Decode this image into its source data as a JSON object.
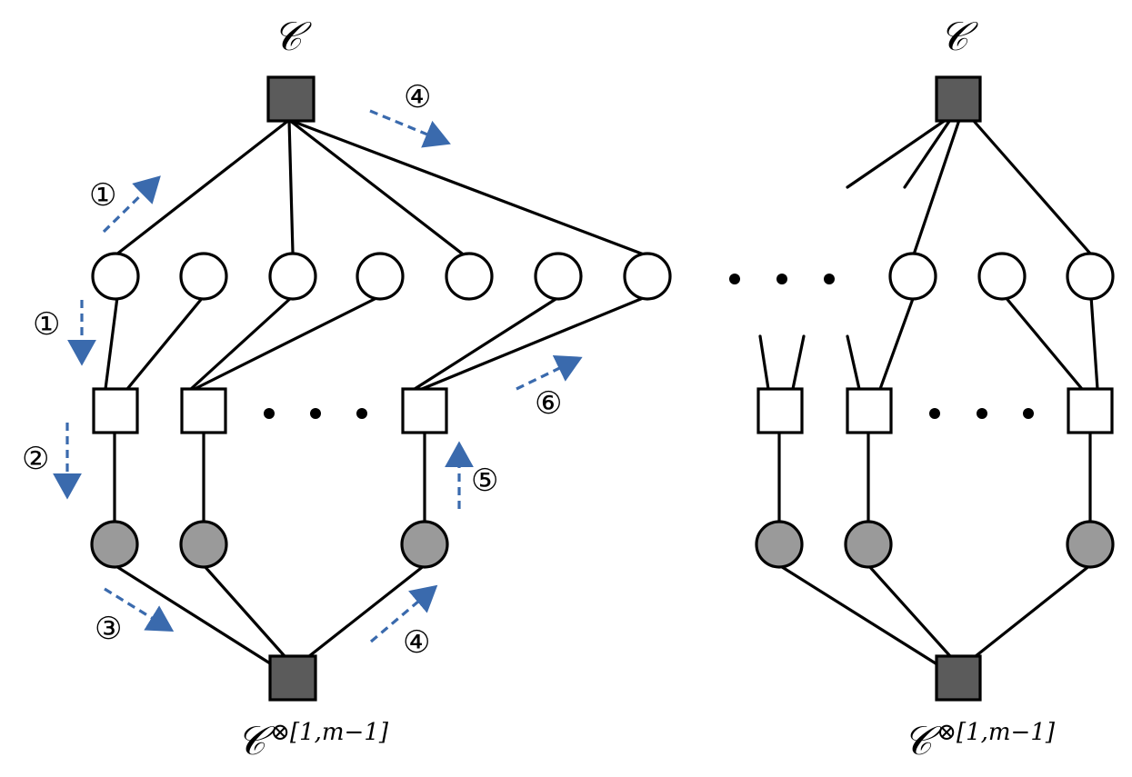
{
  "colors": {
    "arrow": "#3a6aad",
    "dark_node": "#5b5b5b",
    "gray_node": "#9a9a9a"
  },
  "labels": {
    "top_left": "𝒞",
    "top_right": "𝒞",
    "bottom_left_base": "𝒞",
    "bottom_left_sup": "⊗[1,m−1]",
    "bottom_right_base": "𝒞",
    "bottom_right_sup": "⊗[1,m−1]",
    "ellipsis": "• • •"
  },
  "steps": {
    "s1_upper": "①",
    "s1_lower": "①",
    "s2": "②",
    "s3": "③",
    "s4_top": "④",
    "s4_bottom": "④",
    "s5": "⑤",
    "s6": "⑥"
  }
}
